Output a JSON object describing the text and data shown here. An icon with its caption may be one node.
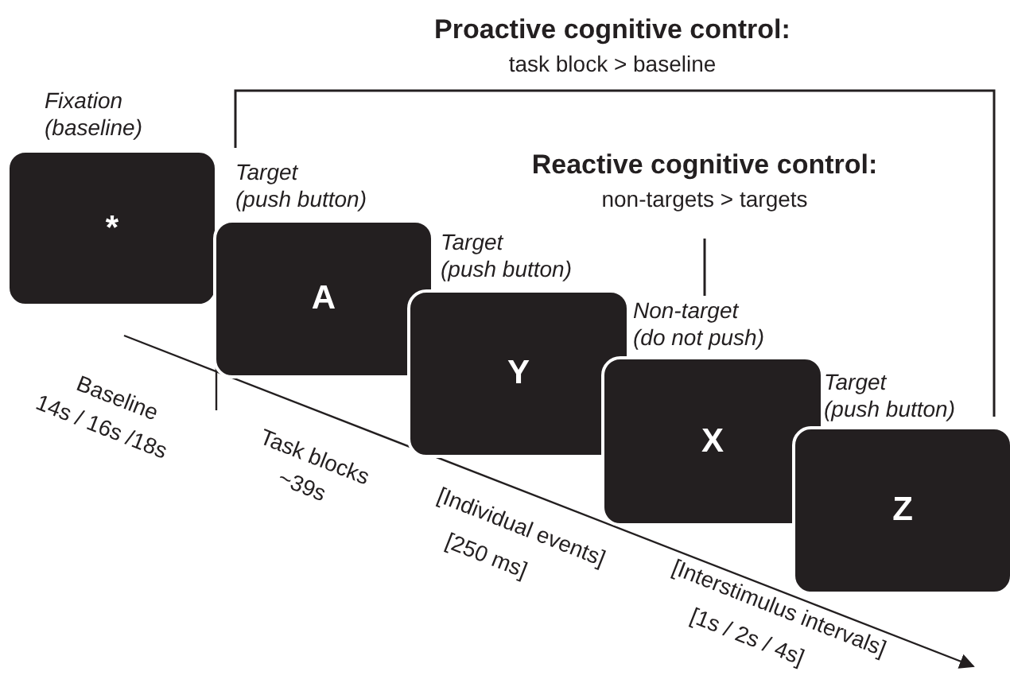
{
  "diagram": {
    "nodes": [
      {
        "text": [
          "*"
        ],
        "beside": [
          "Fixation",
          "(baseline)"
        ]
      },
      {
        "text": [
          "A"
        ],
        "beside": [
          "Target",
          "(push button)"
        ]
      },
      {
        "text": [
          "Y"
        ],
        "beside": [
          "Target",
          "(push button)"
        ]
      },
      {
        "text": [
          "X"
        ],
        "beside": [
          "Non-target",
          "(do not push)"
        ]
      },
      {
        "text": [
          "Z"
        ],
        "beside": [
          "Target",
          "(push button)"
        ]
      }
    ],
    "edges": [],
    "labels": [
      "Proactive cognitive control:",
      "task block > baseline",
      "Reactive cognitive control:",
      "non-targets > targets",
      "Baseline",
      "14s / 16s /18s",
      "Task blocks",
      "~39s",
      "[Individual events]",
      "[250 ms]",
      "[Interstimulus intervals]",
      "[1s / 2s / 4s]"
    ]
  }
}
